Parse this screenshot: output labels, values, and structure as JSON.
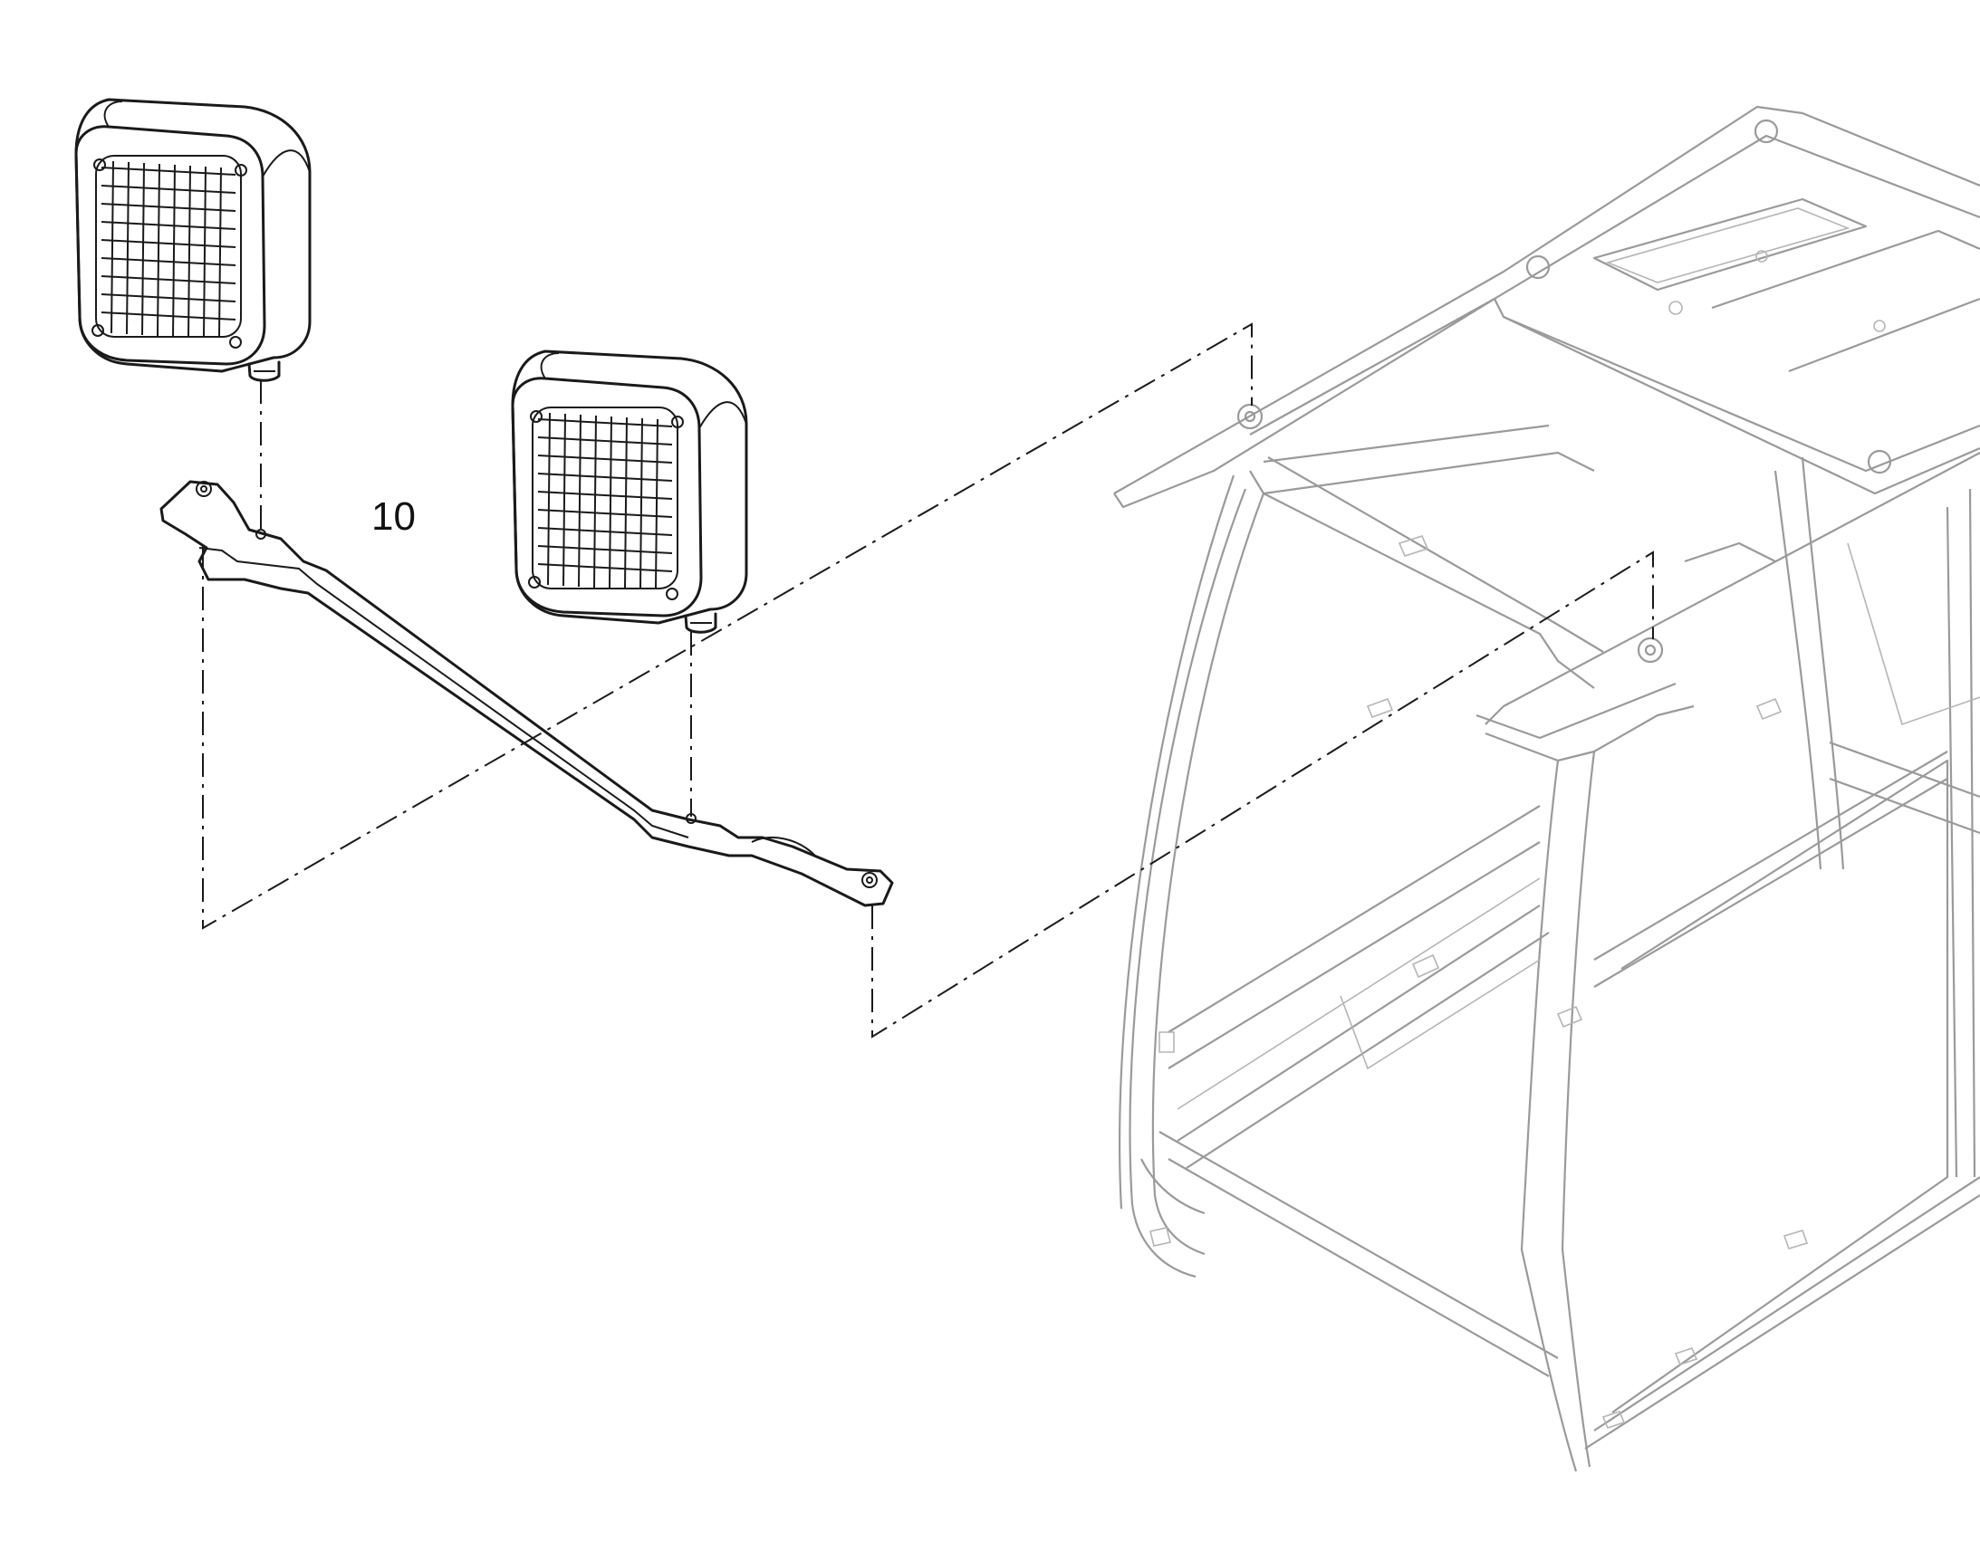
{
  "diagram": {
    "callouts": [
      {
        "id": "part-10",
        "label": "10"
      }
    ],
    "colors": {
      "ink": "#1a1a1a",
      "ghost_cab": "#9a9a9a",
      "background": "#ffffff"
    },
    "parts": [
      {
        "name": "work-lamp-left",
        "icon": "square-work-lamp"
      },
      {
        "name": "work-lamp-right",
        "icon": "square-work-lamp"
      },
      {
        "name": "lamp-mounting-bracket",
        "icon": "bracket-bar"
      },
      {
        "name": "operator-cab",
        "icon": "cab-frame"
      }
    ]
  }
}
